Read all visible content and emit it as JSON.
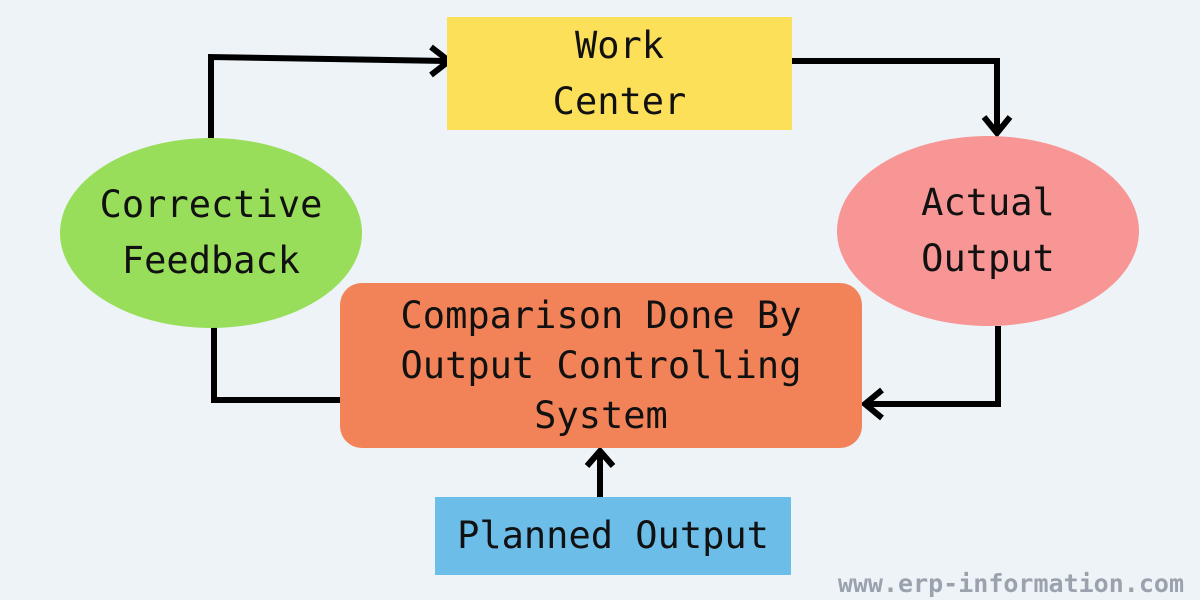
{
  "nodes": {
    "work_center": {
      "line1": "Work",
      "line2": "Center",
      "color": "#fde05a"
    },
    "corrective_feedback": {
      "line1": "Corrective",
      "line2": "Feedback",
      "color": "#98de5b"
    },
    "actual_output": {
      "line1": "Actual",
      "line2": "Output",
      "color": "#f79694"
    },
    "comparison": {
      "line1": "Comparison Done By",
      "line2": "Output Controlling",
      "line3": "System",
      "color": "#f28359"
    },
    "planned_output": {
      "label": "Planned Output",
      "color": "#6cbde8"
    }
  },
  "edges": [
    {
      "from": "Corrective Feedback",
      "to": "Work Center"
    },
    {
      "from": "Work Center",
      "to": "Actual Output"
    },
    {
      "from": "Actual Output",
      "to": "Comparison Done By Output Controlling System"
    },
    {
      "from": "Planned Output",
      "to": "Comparison Done By Output Controlling System"
    },
    {
      "from": "Comparison Done By Output Controlling System",
      "to": "Corrective Feedback"
    }
  ],
  "watermark": "www.erp-information.com"
}
